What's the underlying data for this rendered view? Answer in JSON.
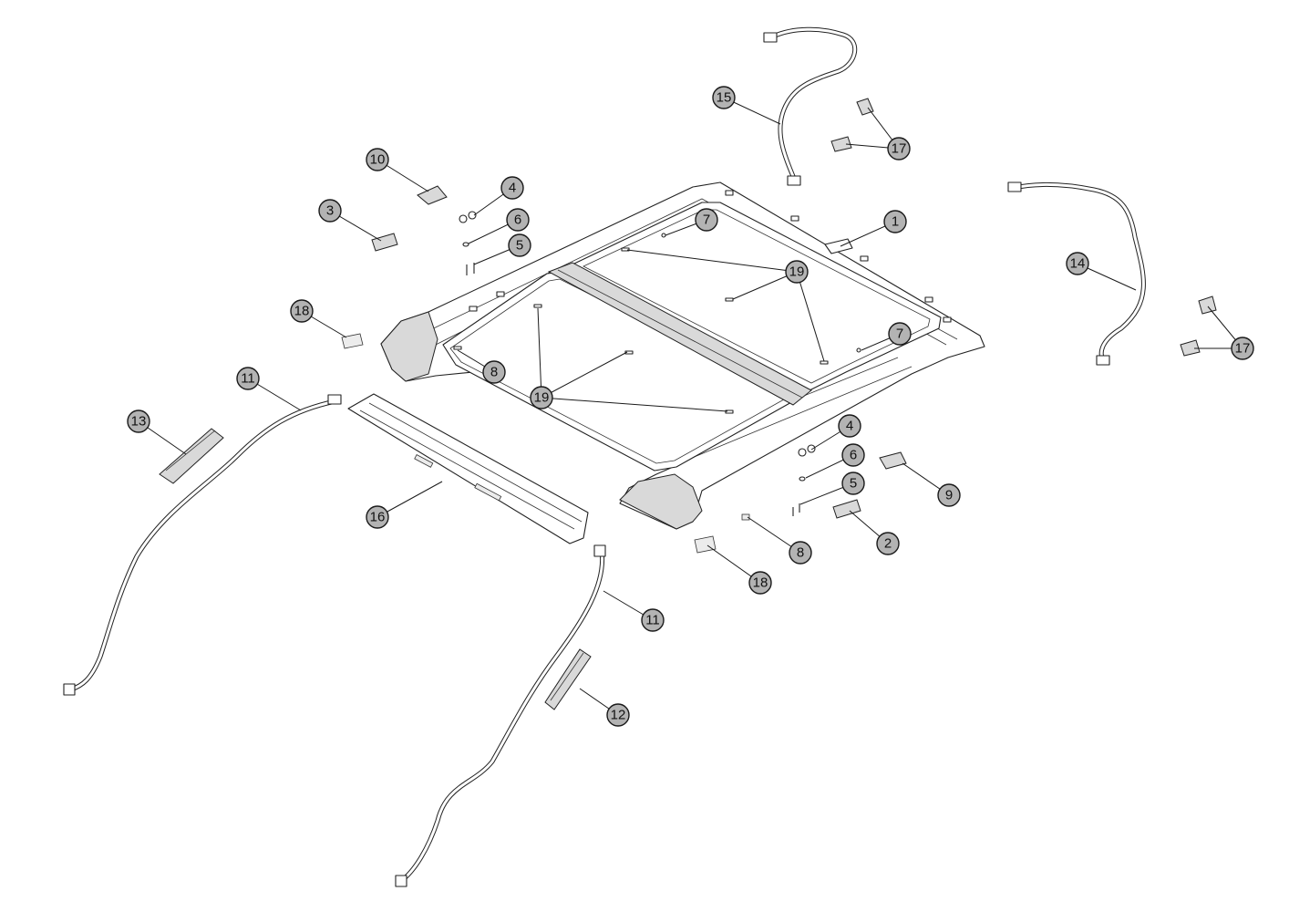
{
  "diagram": {
    "labels": [
      "1",
      "2",
      "3",
      "4",
      "4",
      "5",
      "5",
      "6",
      "6",
      "7",
      "7",
      "8",
      "8",
      "9",
      "10",
      "11",
      "11",
      "12",
      "13",
      "14",
      "15",
      "16",
      "17",
      "17",
      "18",
      "18",
      "19",
      "19"
    ]
  },
  "colors": {
    "callout_fill": "#b3b3b3",
    "line": "#1a1a1a",
    "background": "#ffffff"
  }
}
